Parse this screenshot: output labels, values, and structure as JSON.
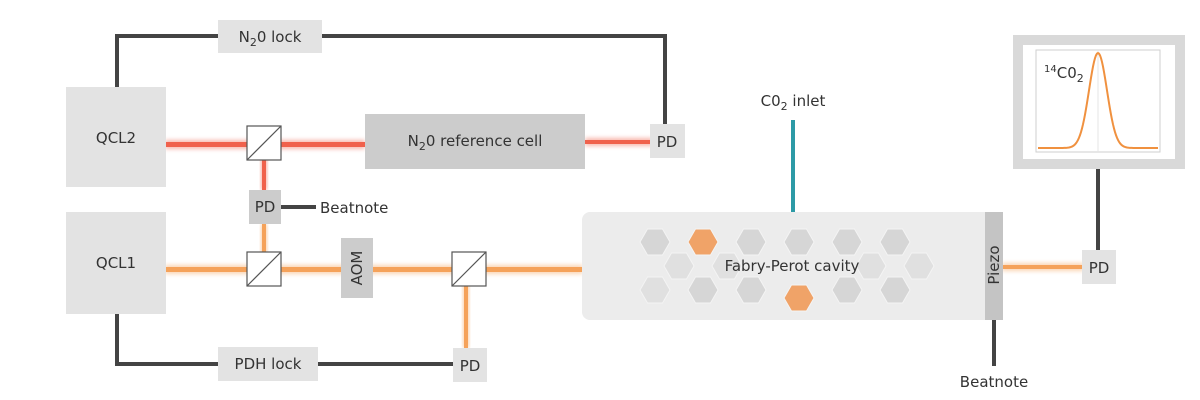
{
  "components": {
    "qcl2": "QCL2",
    "qcl1": "QCL1",
    "n2o_lock_prefix": "N",
    "n2o_lock_sub": "2",
    "n2o_lock_suffix": "0 lock",
    "ref_cell_prefix": "N",
    "ref_cell_sub": "2",
    "ref_cell_suffix": "0 reference cell",
    "pd_ref": "PD",
    "pd_beat": "PD",
    "beatnote_left": "Beatnote",
    "aom": "AOM",
    "pdh_lock": "PDH lock",
    "pd_pdh": "PD",
    "co2_inlet_prefix": "C0",
    "co2_inlet_sub": "2",
    "co2_inlet_suffix": " inlet",
    "cavity": "Fabry-Perot cavity",
    "piezo": "Piezo",
    "pd_cavity": "PD",
    "beatnote_bottom": "Beatnote"
  },
  "spectrum": {
    "label_sup": "14",
    "label_prefix": "C0",
    "label_sub": "2",
    "peak_color": "#f0913f"
  },
  "colors": {
    "red_beam": "#f0614c",
    "orange_beam": "#f5a25a",
    "teal_inlet": "#2d9aa6",
    "hex_highlight": "#f0a368",
    "wire": "#444444"
  }
}
